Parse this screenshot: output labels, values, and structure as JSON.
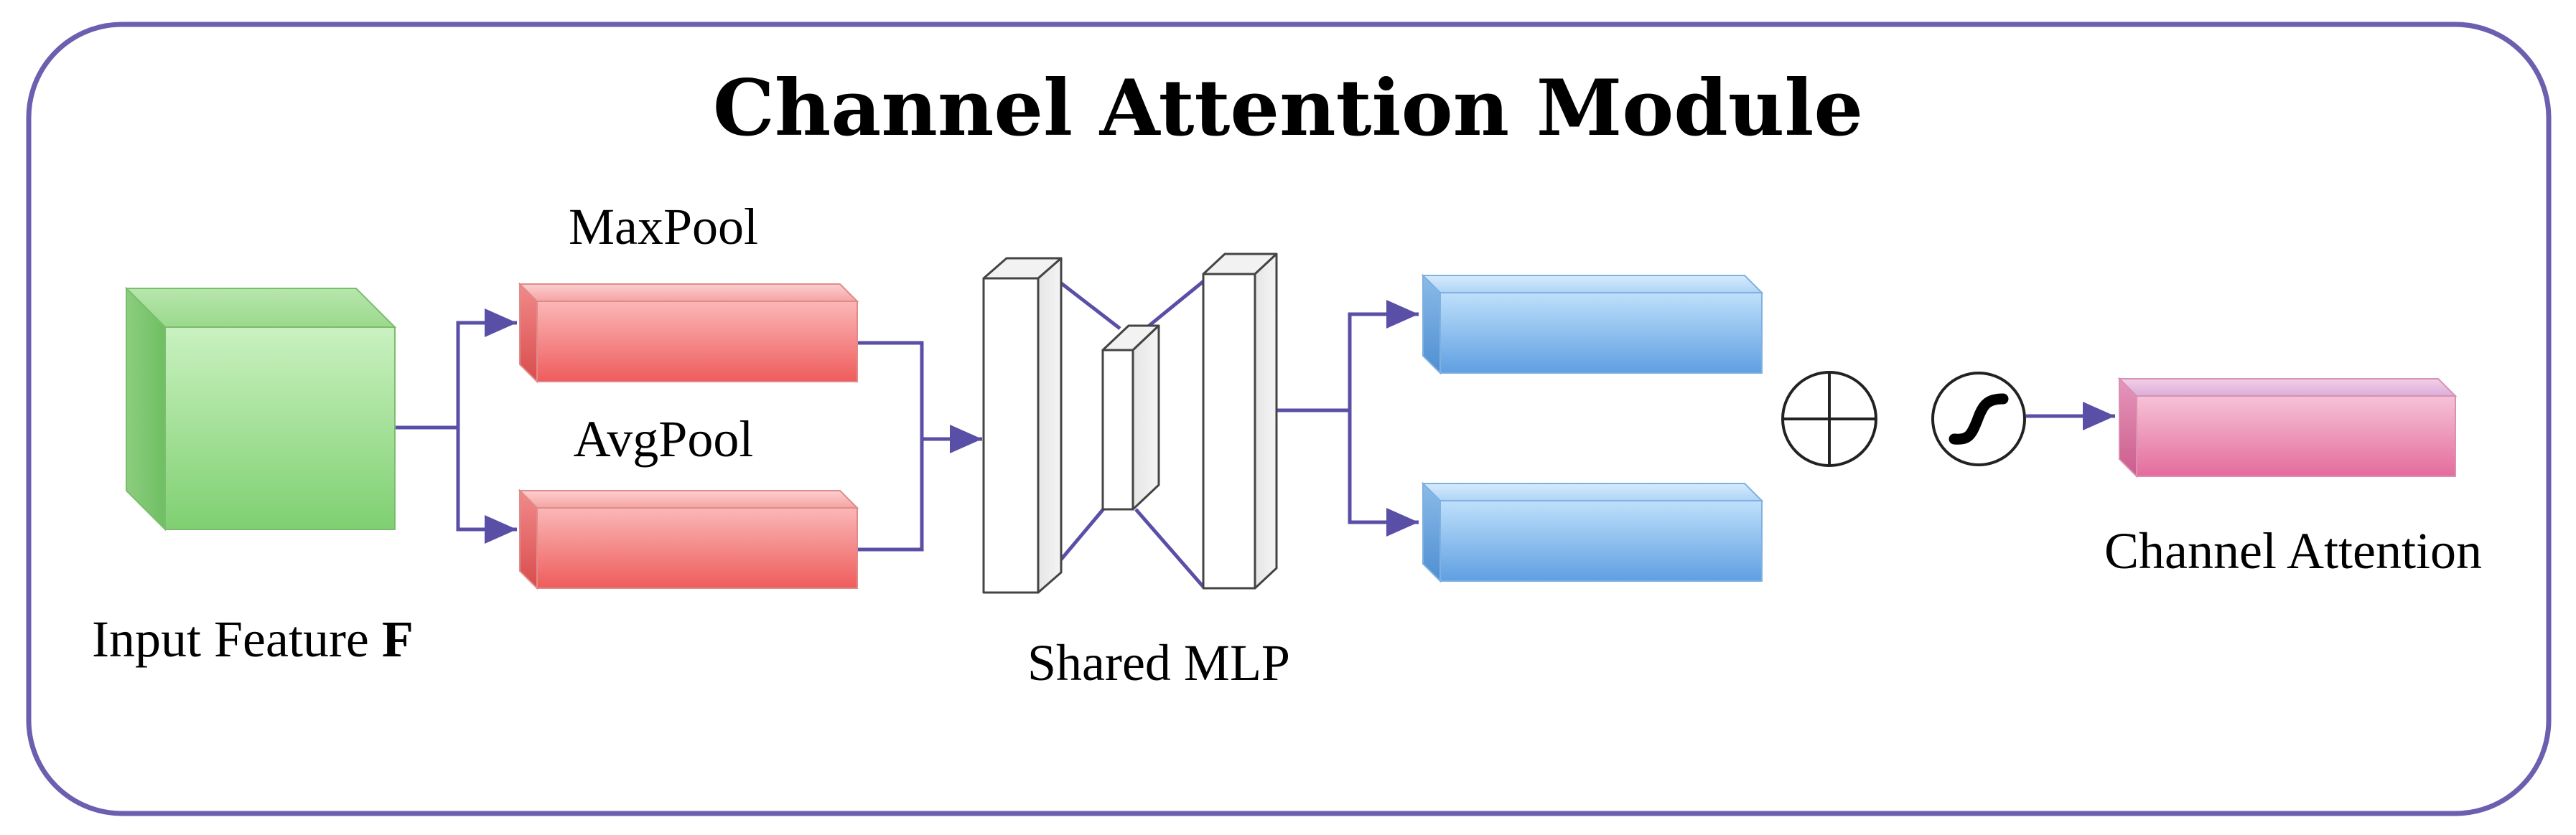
{
  "title": "Channel Attention Module",
  "labels": {
    "input_feature": "Input Feature ",
    "input_feature_symbol": "F",
    "maxpool": "MaxPool",
    "avgpool": "AvgPool",
    "shared_mlp": "Shared MLP",
    "channel_attention": "Channel Attention"
  },
  "colors": {
    "frame": "#6b5fb0",
    "connector": "#5a4fa6",
    "input_cube": "#7fcf72",
    "pool_bars": "#f06a6a",
    "mlp_outputs": "#6aa8e6",
    "attention_output": "#e77aa3"
  },
  "icons": {
    "sum": "circle-plus-icon",
    "activation": "sigmoid-icon"
  }
}
